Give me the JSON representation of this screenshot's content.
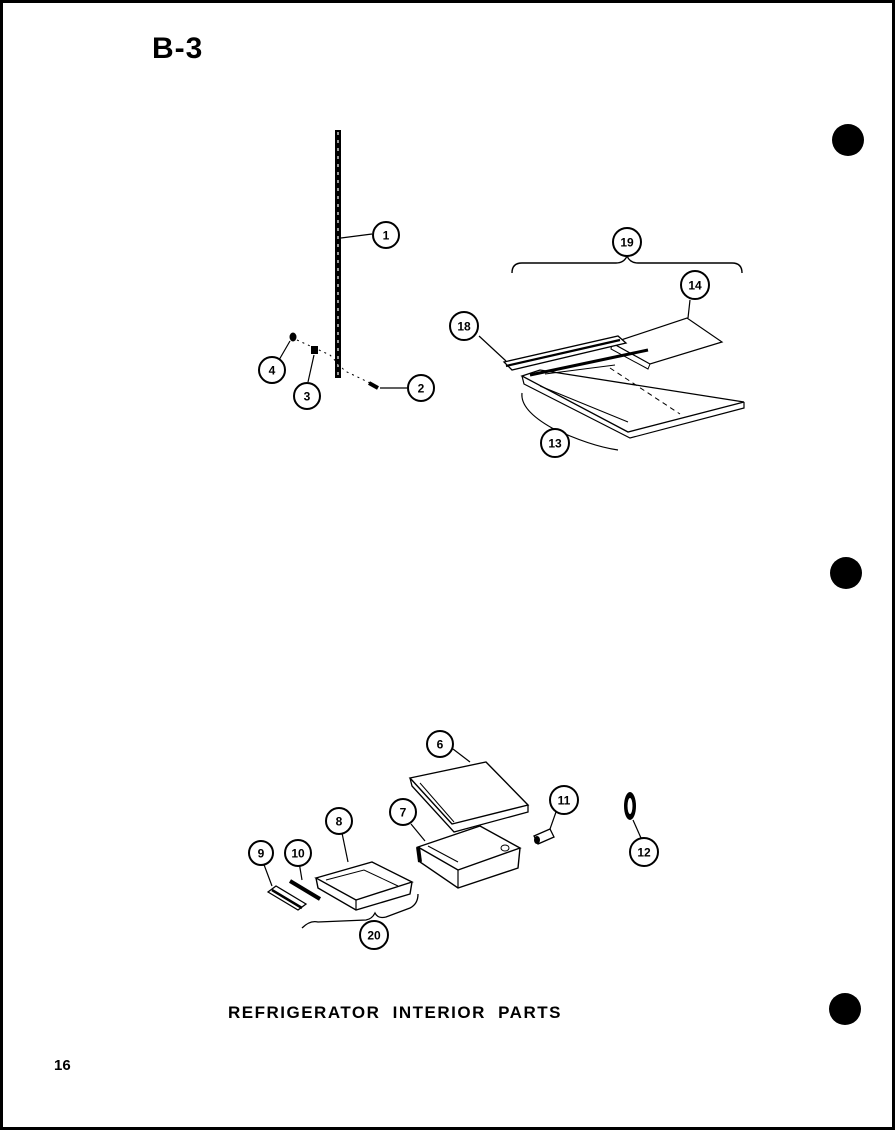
{
  "sheet": {
    "label": "B-3",
    "page_number": "16"
  },
  "caption": "REFRIGERATOR INTERIOR PARTS",
  "callouts": {
    "c1": "1",
    "c2": "2",
    "c3": "3",
    "c4": "4",
    "c6": "6",
    "c7": "7",
    "c8": "8",
    "c9": "9",
    "c10": "10",
    "c11": "11",
    "c12": "12",
    "c13": "13",
    "c14": "14",
    "c18": "18",
    "c19": "19",
    "c20": "20"
  }
}
